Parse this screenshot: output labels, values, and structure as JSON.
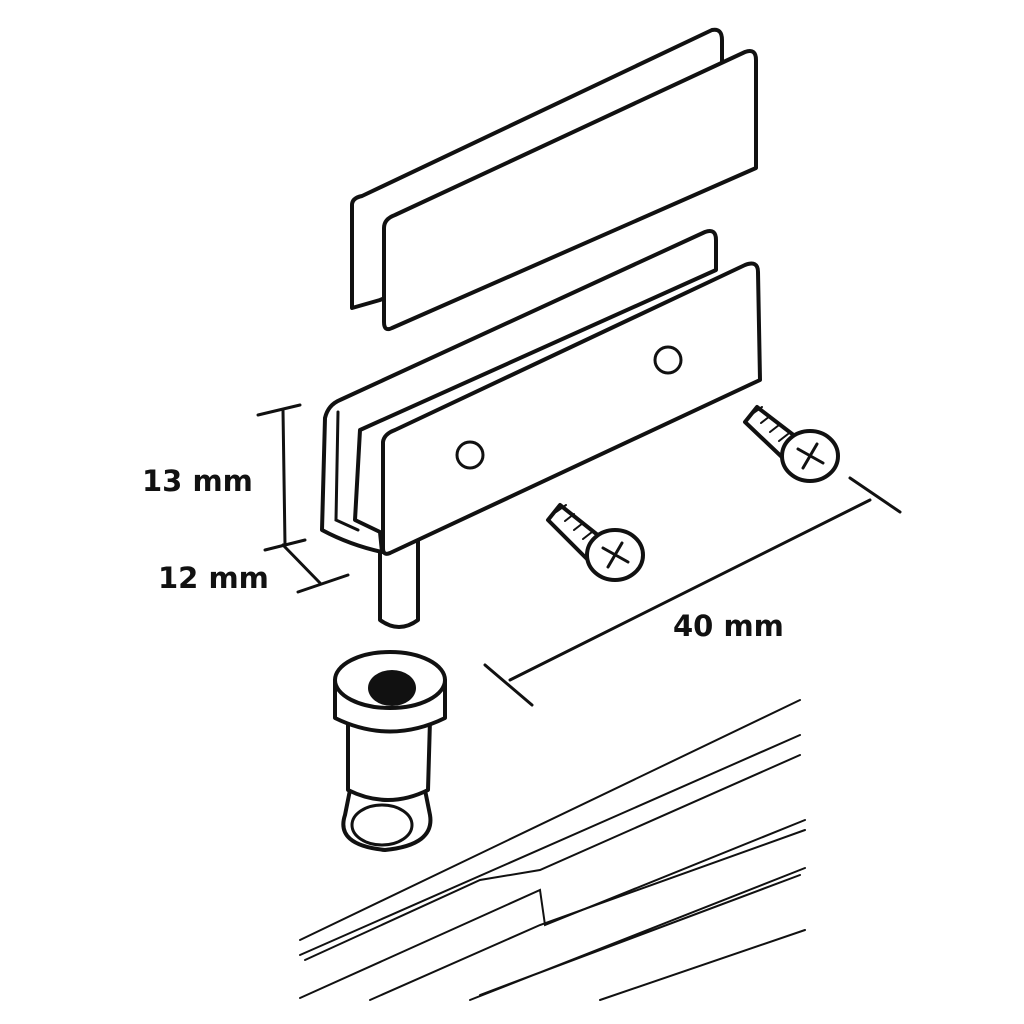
{
  "diagram": {
    "labels": {
      "height": "13 mm",
      "depth": "12 mm",
      "length": "40 mm"
    },
    "colors": {
      "ink": "#111111",
      "background": "#ffffff"
    }
  }
}
